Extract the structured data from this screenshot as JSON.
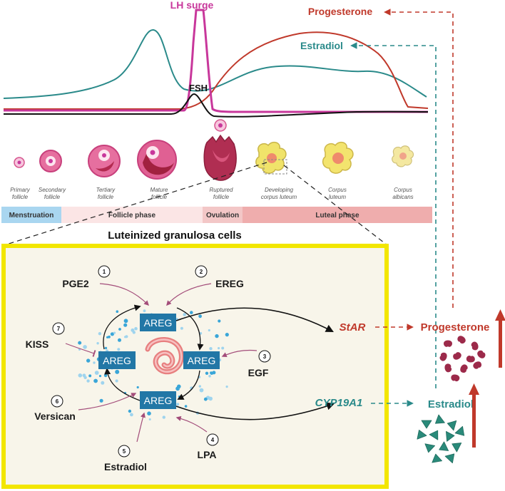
{
  "hormone_curves": {
    "lh_label": "LH surge",
    "fsh_label": "FSH",
    "progesterone_label": "Progesterone",
    "estradiol_label": "Estradiol"
  },
  "follicle_stages": [
    {
      "line1": "Primary",
      "line2": "follicle"
    },
    {
      "line1": "Secondary",
      "line2": "follicle"
    },
    {
      "line1": "Tertiary",
      "line2": "follicle"
    },
    {
      "line1": "Mature",
      "line2": "follicle"
    },
    {
      "line1": "Ruptured",
      "line2": "follicle"
    },
    {
      "line1": "Developing",
      "line2": "corpus luteum"
    },
    {
      "line1": "Corpus",
      "line2": "luteum"
    },
    {
      "line1": "Corpus",
      "line2": "albicans"
    }
  ],
  "phases": [
    "Menstruation",
    "Follicle phase",
    "Ovulation",
    "Luteal phase"
  ],
  "panel_title": "Luteinized granulosa cells",
  "areg_label": "AREG",
  "regulators": [
    {
      "num": "1",
      "name": "PGE2"
    },
    {
      "num": "2",
      "name": "EREG"
    },
    {
      "num": "3",
      "name": "EGF"
    },
    {
      "num": "4",
      "name": "LPA"
    },
    {
      "num": "5",
      "name": "Estradiol"
    },
    {
      "num": "6",
      "name": "Versican"
    },
    {
      "num": "7",
      "name": "KISS"
    }
  ],
  "genes": {
    "star": "StAR",
    "cyp": "CYP19A1"
  },
  "outputs": {
    "progesterone": "Progesterone",
    "estradiol": "Estradiol"
  },
  "colors": {
    "lh": "#c8379b",
    "progesterone": "#c0392b",
    "estradiol": "#2a8a8a",
    "areg": "#2277a6",
    "panel_border": "#f2e600",
    "panel_bg": "#f8f5ea",
    "menstruation": "#a9d6f0",
    "follicle_phase": "#fbe5e5",
    "ovulation": "#f3c7c7",
    "luteal_phase": "#efadad"
  }
}
